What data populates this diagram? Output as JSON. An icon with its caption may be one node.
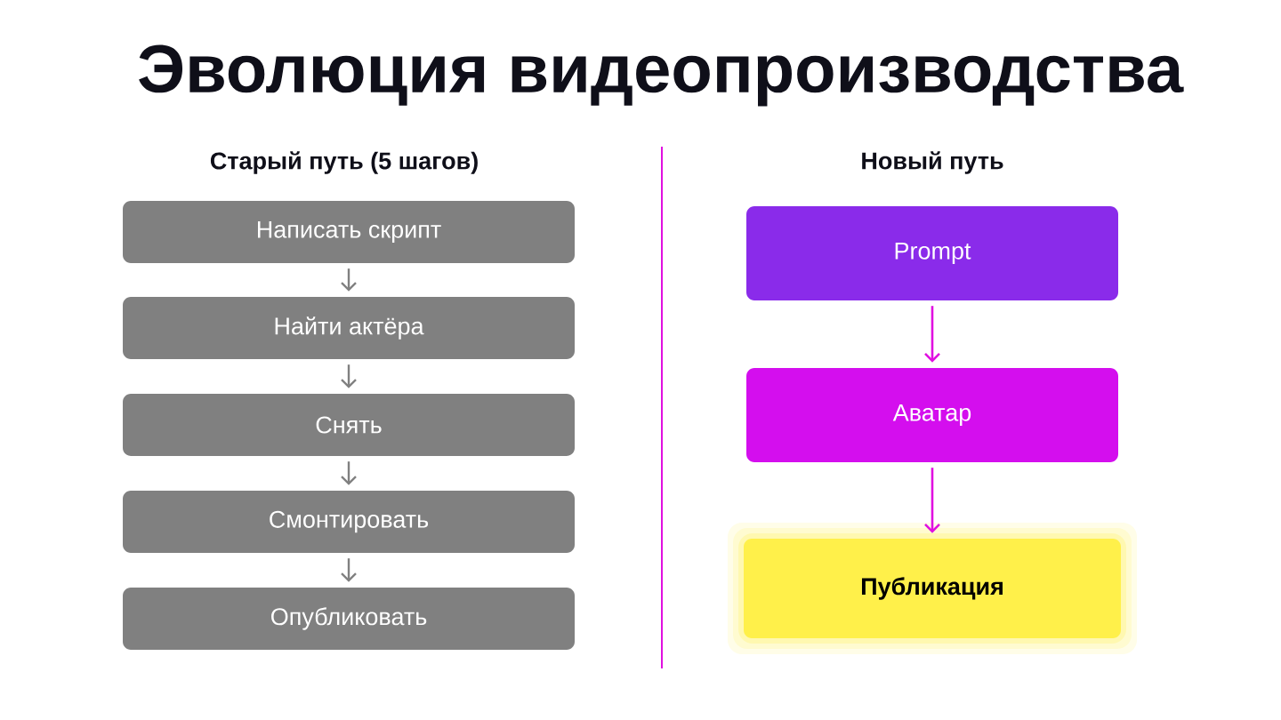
{
  "diagram": {
    "title": "Эволюция видеопроизводства",
    "nodes": [
      {
        "text": [
          "Написать скрипт"
        ]
      },
      {
        "text": [
          "Найти актёра"
        ]
      },
      {
        "text": [
          "Снять"
        ]
      },
      {
        "text": [
          "Смонтировать"
        ]
      },
      {
        "text": [
          "Опубликовать"
        ]
      },
      {
        "text": [
          "Prompt"
        ]
      },
      {
        "text": [
          "Аватар"
        ]
      },
      {
        "text": [
          "Публикация"
        ]
      }
    ],
    "edges": [
      {
        "from": 0,
        "to": 1,
        "arrow": "to"
      },
      {
        "from": 1,
        "to": 2,
        "arrow": "to"
      },
      {
        "from": 2,
        "to": 3,
        "arrow": "to"
      },
      {
        "from": 3,
        "to": 4,
        "arrow": "to"
      },
      {
        "from": 5,
        "to": 6,
        "arrow": "to",
        "color": "#e010e0"
      },
      {
        "from": 6,
        "to": 7,
        "arrow": "to",
        "color": "#e010e0"
      }
    ],
    "labels": [
      "Старый путь (5 шагов)",
      "Новый путь"
    ]
  }
}
